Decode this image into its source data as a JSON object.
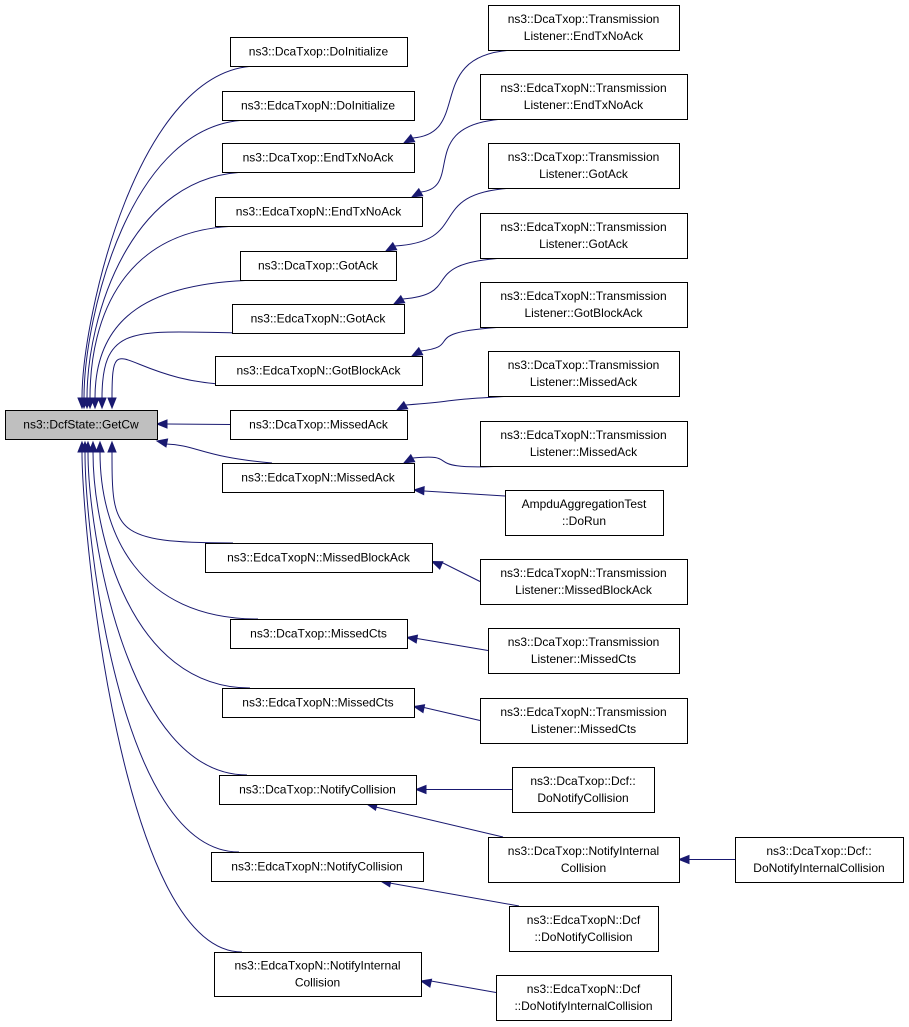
{
  "diagram": {
    "kind": "caller-graph",
    "colors": {
      "edge": "#191970",
      "root_fill": "#bfbfbf",
      "node_fill": "#ffffff",
      "node_border": "#000000"
    },
    "nodes": {
      "root": [
        "ns3::DcfState::GetCw"
      ],
      "dca_doinit": [
        "ns3::DcaTxop::DoInitialize"
      ],
      "edca_doinit": [
        "ns3::EdcaTxopN::DoInitialize"
      ],
      "dca_endtx": [
        "ns3::DcaTxop::EndTxNoAck"
      ],
      "edca_endtx": [
        "ns3::EdcaTxopN::EndTxNoAck"
      ],
      "dca_gotack": [
        "ns3::DcaTxop::GotAck"
      ],
      "edca_gotack": [
        "ns3::EdcaTxopN::GotAck"
      ],
      "edca_gotblock": [
        "ns3::EdcaTxopN::GotBlockAck"
      ],
      "dca_missedack": [
        "ns3::DcaTxop::MissedAck"
      ],
      "edca_missedack": [
        "ns3::EdcaTxopN::MissedAck"
      ],
      "edca_missedblock": [
        "ns3::EdcaTxopN::MissedBlockAck"
      ],
      "dca_missedcts": [
        "ns3::DcaTxop::MissedCts"
      ],
      "edca_missedcts": [
        "ns3::EdcaTxopN::MissedCts"
      ],
      "dca_notifycoll": [
        "ns3::DcaTxop::NotifyCollision"
      ],
      "edca_notifycoll": [
        "ns3::EdcaTxopN::NotifyCollision"
      ],
      "edca_notifyint": [
        "ns3::EdcaTxopN::NotifyInternal",
        "Collision"
      ],
      "tl_dca_endtx": [
        "ns3::DcaTxop::Transmission",
        "Listener::EndTxNoAck"
      ],
      "tl_edca_endtx": [
        "ns3::EdcaTxopN::Transmission",
        "Listener::EndTxNoAck"
      ],
      "tl_dca_gotack": [
        "ns3::DcaTxop::Transmission",
        "Listener::GotAck"
      ],
      "tl_edca_gotack": [
        "ns3::EdcaTxopN::Transmission",
        "Listener::GotAck"
      ],
      "tl_edca_gotblock": [
        "ns3::EdcaTxopN::Transmission",
        "Listener::GotBlockAck"
      ],
      "tl_dca_missedack": [
        "ns3::DcaTxop::Transmission",
        "Listener::MissedAck"
      ],
      "tl_edca_missedack": [
        "ns3::EdcaTxopN::Transmission",
        "Listener::MissedAck"
      ],
      "ampdu_test": [
        "AmpduAggregationTest",
        "::DoRun"
      ],
      "tl_edca_missedblock": [
        "ns3::EdcaTxopN::Transmission",
        "Listener::MissedBlockAck"
      ],
      "tl_dca_missedcts": [
        "ns3::DcaTxop::Transmission",
        "Listener::MissedCts"
      ],
      "tl_edca_missedcts": [
        "ns3::EdcaTxopN::Transmission",
        "Listener::MissedCts"
      ],
      "dca_dcf_donotify": [
        "ns3::DcaTxop::Dcf::",
        "DoNotifyCollision"
      ],
      "dca_notifyint": [
        "ns3::DcaTxop::NotifyInternal",
        "Collision"
      ],
      "dca_dcf_donotifyint": [
        "ns3::DcaTxop::Dcf::",
        "DoNotifyInternalCollision"
      ],
      "edca_dcf_donotify": [
        "ns3::EdcaTxopN::Dcf",
        "::DoNotifyCollision"
      ],
      "edca_dcf_donotifyint": [
        "ns3::EdcaTxopN::Dcf",
        "::DoNotifyInternalCollision"
      ]
    },
    "edges": [
      [
        "dca_doinit",
        "root"
      ],
      [
        "edca_doinit",
        "root"
      ],
      [
        "dca_endtx",
        "root"
      ],
      [
        "edca_endtx",
        "root"
      ],
      [
        "dca_gotack",
        "root"
      ],
      [
        "edca_gotack",
        "root"
      ],
      [
        "edca_gotblock",
        "root"
      ],
      [
        "dca_missedack",
        "root"
      ],
      [
        "edca_missedack",
        "root"
      ],
      [
        "edca_missedblock",
        "root"
      ],
      [
        "dca_missedcts",
        "root"
      ],
      [
        "edca_missedcts",
        "root"
      ],
      [
        "dca_notifycoll",
        "root"
      ],
      [
        "edca_notifycoll",
        "root"
      ],
      [
        "edca_notifyint",
        "root"
      ],
      [
        "tl_dca_endtx",
        "dca_endtx"
      ],
      [
        "tl_edca_endtx",
        "edca_endtx"
      ],
      [
        "tl_dca_gotack",
        "dca_gotack"
      ],
      [
        "tl_edca_gotack",
        "edca_gotack"
      ],
      [
        "tl_edca_gotblock",
        "edca_gotblock"
      ],
      [
        "tl_dca_missedack",
        "dca_missedack"
      ],
      [
        "tl_edca_missedack",
        "edca_missedack"
      ],
      [
        "ampdu_test",
        "edca_missedack"
      ],
      [
        "tl_edca_missedblock",
        "edca_missedblock"
      ],
      [
        "tl_dca_missedcts",
        "dca_missedcts"
      ],
      [
        "tl_edca_missedcts",
        "edca_missedcts"
      ],
      [
        "dca_dcf_donotify",
        "dca_notifycoll"
      ],
      [
        "dca_notifyint",
        "dca_notifycoll"
      ],
      [
        "dca_dcf_donotifyint",
        "dca_notifyint"
      ],
      [
        "edca_dcf_donotify",
        "edca_notifycoll"
      ],
      [
        "edca_dcf_donotifyint",
        "edca_notifyint"
      ]
    ]
  }
}
